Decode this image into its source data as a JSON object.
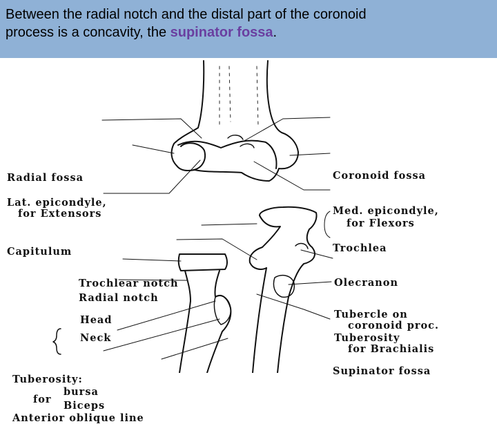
{
  "caption": {
    "part1": "Between the radial notch and the distal part of the coronoid",
    "part2": "process is a concavity, the ",
    "term": "supinator fossa",
    "part3": "."
  },
  "labels": {
    "radial_fossa": "Radial fossa",
    "lat_epicondyle_1": "Lat. epicondyle,",
    "lat_epicondyle_2": "for Extensors",
    "capitulum": "Capitulum",
    "coronoid_fossa": "Coronoid fossa",
    "med_epicondyle_1": "Med. epicondyle,",
    "med_epicondyle_2": "for Flexors",
    "trochlea": "Trochlea",
    "trochlear_notch": "Trochlear notch",
    "radial_notch": "Radial notch",
    "olecranon": "Olecranon",
    "head": "Head",
    "neck": "Neck",
    "tubercle_1": "Tubercle on",
    "tubercle_2": "coronoid proc.",
    "tuberosity_1": "Tuberosity",
    "tuberosity_2": "for Brachialis",
    "supinator_fossa": "Supinator fossa",
    "tuberosity_colon": "Tuberosity:",
    "for": "for",
    "bursa": "bursa",
    "biceps": "Biceps",
    "anterior_oblique": "Anterior oblique line"
  },
  "colors": {
    "caption_bg": "#8fb1d6",
    "term": "#6a3fa0"
  }
}
